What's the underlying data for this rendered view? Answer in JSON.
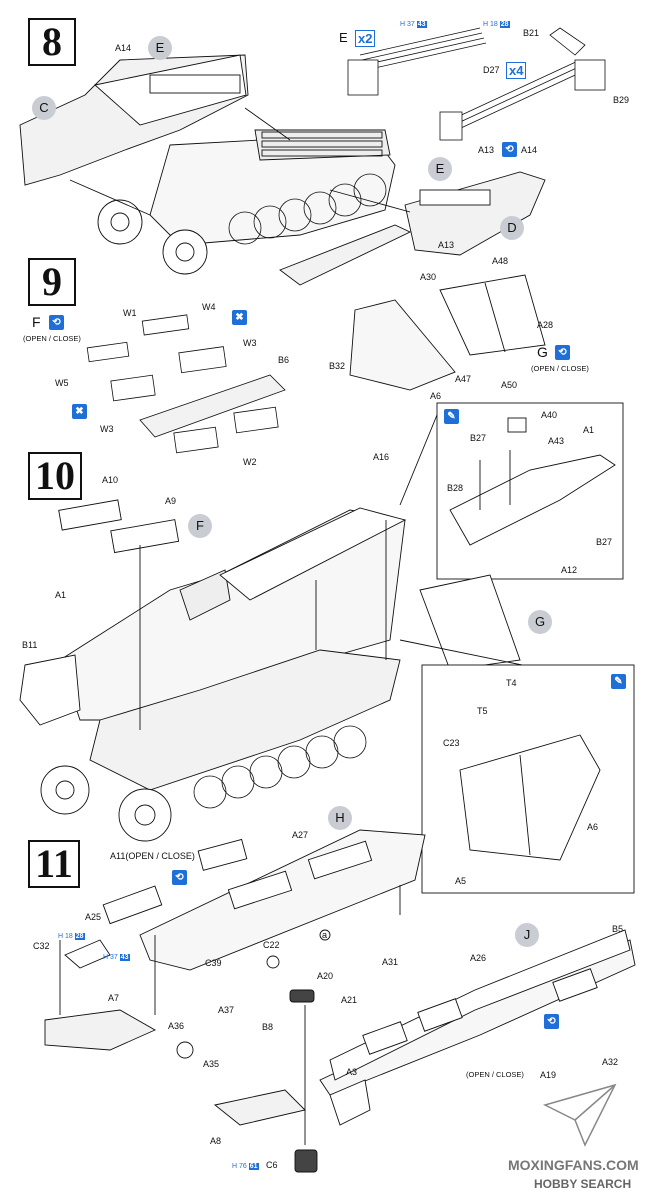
{
  "steps": [
    "8",
    "9",
    "10",
    "11"
  ],
  "assembly_labels": {
    "E": "E",
    "C": "C",
    "D": "D",
    "F": "F",
    "G": "G",
    "H": "H",
    "J": "J",
    "a": "a"
  },
  "parts": {
    "A14_top": "A14",
    "B21": "B21",
    "D27": "D27",
    "B29": "B29",
    "A13_mid": "A13",
    "A14_mid": "A14",
    "A13_low": "A13",
    "W1": "W1",
    "W4": "W4",
    "W3a": "W3",
    "W5": "W5",
    "W3b": "W3",
    "B6": "B6",
    "W2": "W2",
    "A30": "A30",
    "A48": "A48",
    "A28": "A28",
    "B32": "B32",
    "A47": "A47",
    "A6_s9": "A6",
    "A50": "A50",
    "A16": "A16",
    "A10": "A10",
    "A9": "A9",
    "A1_s10": "A1",
    "B11": "B11",
    "A11": "A11(OPEN / CLOSE)",
    "A40": "A40",
    "B27a": "B27",
    "A43": "A43",
    "A1_det": "A1",
    "B28": "B28",
    "B27b": "B27",
    "A12": "A12",
    "T4": "T4",
    "T5": "T5",
    "C23": "C23",
    "A6_det": "A6",
    "A5": "A5",
    "A27": "A27",
    "A31": "A31",
    "A25": "A25",
    "C32": "C32",
    "A7": "A7",
    "C22": "C22",
    "C39": "C39",
    "A20": "A20",
    "A21": "A21",
    "A37": "A37",
    "A36": "A36",
    "B8": "B8",
    "A35": "A35",
    "A3": "A3",
    "A8": "A8",
    "C6": "C6",
    "A26": "A26",
    "B5": "B5",
    "A19": "A19",
    "A32": "A32"
  },
  "multipliers": {
    "E": "x2",
    "D27": "x4"
  },
  "paint_chips": {
    "h37_43": {
      "code": "H 37",
      "num": "43"
    },
    "h18_28": {
      "code": "H 18",
      "num": "28"
    },
    "h76_61": {
      "code": "H 76",
      "num": "61"
    }
  },
  "notes": {
    "open_close_F": "(OPEN / CLOSE)",
    "open_close_G": "(OPEN / CLOSE)",
    "open_close_J": "(OPEN / CLOSE)"
  },
  "watermark": {
    "line1": "MOXINGFANS.COM",
    "line2": "HOBBY SEARCH"
  },
  "colors": {
    "badge_blue": "#1f6fd8",
    "label_grey": "#c9ccd3",
    "line": "#111111"
  }
}
